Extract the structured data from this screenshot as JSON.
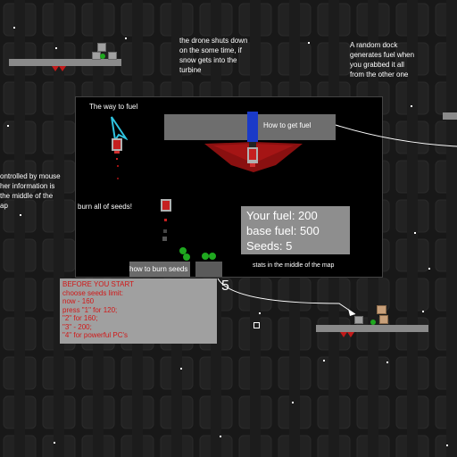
{
  "hints": {
    "drone_turbine": [
      "the drone shuts down",
      "on the some time, if",
      "snow gets into the",
      "turbine"
    ],
    "random_dock": [
      "A random dock",
      "generates fuel when",
      "you grabbed it all",
      "from the other one"
    ],
    "controls": [
      "ontrolled by mouse",
      "her information is",
      "the middle of the",
      "ap"
    ],
    "way_to_fuel": "The way to fuel",
    "how_to_get_fuel": "How to get fuel",
    "burn_seeds": "burn all of seeds!",
    "how_to_burn": "how to burn seeds",
    "stats_middle": "stats in the middle of the map"
  },
  "stats": {
    "fuel": "Your fuel: 200",
    "base_fuel": "base fuel: 500",
    "seeds": "Seeds: 5"
  },
  "start_panel": {
    "lines": [
      "BEFORE YOU START",
      "choose seeds limit:",
      "now - 160",
      "press \"1\" for 120;",
      "\"2\" for 160;",
      "\"3\" - 200;",
      "\"4\" for powerful PC's"
    ]
  },
  "seed_counter": "5",
  "colors": {
    "background": "#181818",
    "panel_grey": "#a0a0a0",
    "warning_red": "#d01818",
    "accent_cyan": "#2fc4e0",
    "seed_green": "#1fa81f",
    "thruster_blue": "#1a3ac8"
  }
}
